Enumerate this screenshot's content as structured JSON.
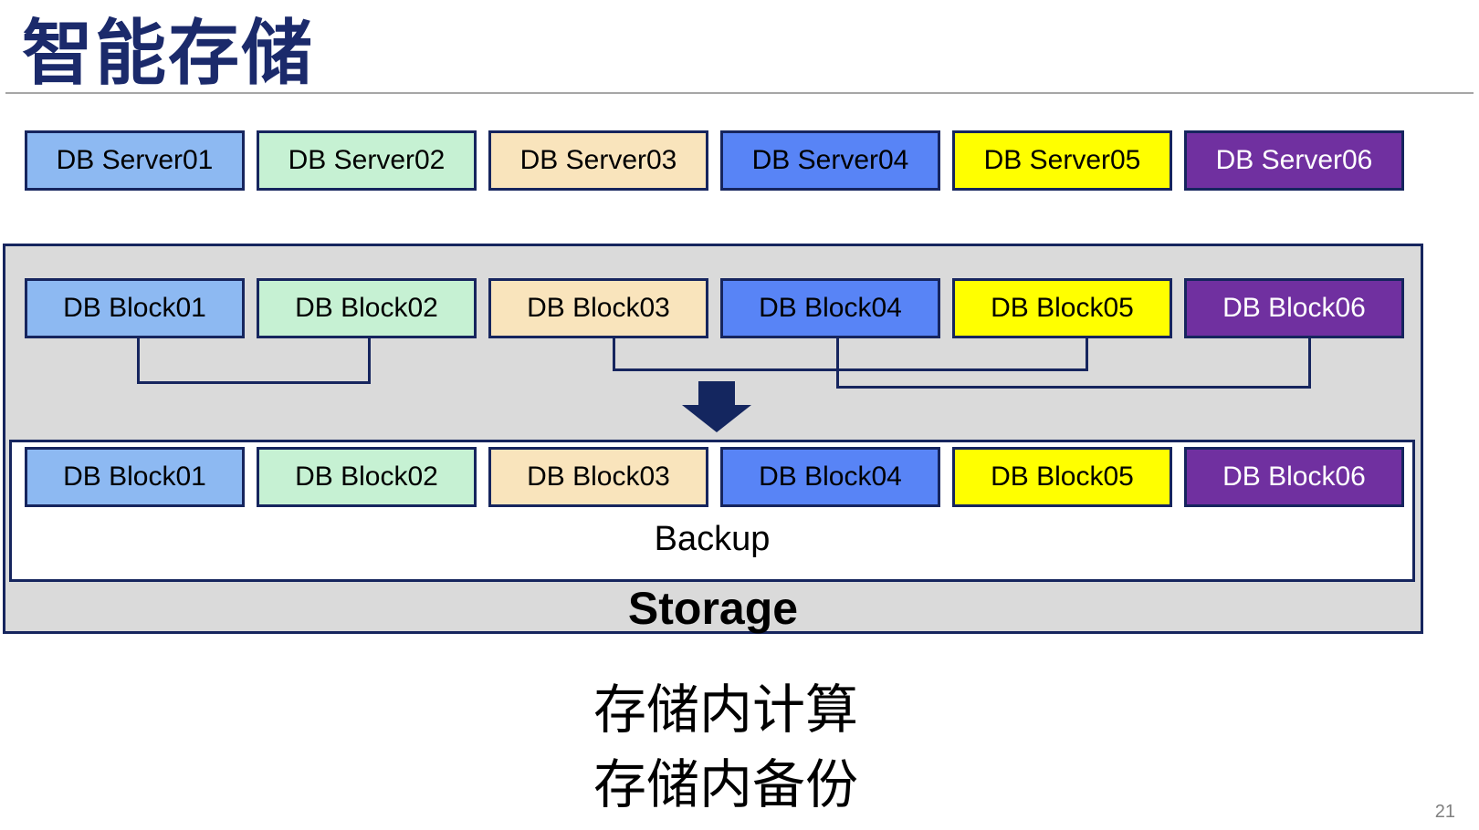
{
  "title": "智能存储",
  "page_number": "21",
  "caption": {
    "line1": "存储内计算",
    "line2": "存储内备份"
  },
  "server_row": [
    {
      "label": "DB Server01",
      "bg": "#8DB9F2",
      "fg": "#000000"
    },
    {
      "label": "DB Server02",
      "bg": "#C6F1D3",
      "fg": "#000000"
    },
    {
      "label": "DB Server03",
      "bg": "#F9E4BC",
      "fg": "#000000"
    },
    {
      "label": "DB Server04",
      "bg": "#5884F6",
      "fg": "#000000"
    },
    {
      "label": "DB Server05",
      "bg": "#FFFF00",
      "fg": "#000000"
    },
    {
      "label": "DB Server06",
      "bg": "#7030A0",
      "fg": "#FFFFFF"
    }
  ],
  "storage_box": {
    "blocks_top": [
      {
        "label": "DB Block01",
        "bg": "#8DB9F2",
        "fg": "#000000"
      },
      {
        "label": "DB Block02",
        "bg": "#C6F1D3",
        "fg": "#000000"
      },
      {
        "label": "DB Block03",
        "bg": "#F9E4BC",
        "fg": "#000000"
      },
      {
        "label": "DB Block04",
        "bg": "#5884F6",
        "fg": "#000000"
      },
      {
        "label": "DB Block05",
        "bg": "#FFFF00",
        "fg": "#000000"
      },
      {
        "label": "DB Block06",
        "bg": "#7030A0",
        "fg": "#FFFFFF"
      }
    ],
    "blocks_bottom": [
      {
        "label": "DB Block01",
        "bg": "#8DB9F2",
        "fg": "#000000"
      },
      {
        "label": "DB Block02",
        "bg": "#C6F1D3",
        "fg": "#000000"
      },
      {
        "label": "DB Block03",
        "bg": "#F9E4BC",
        "fg": "#000000"
      },
      {
        "label": "DB Block04",
        "bg": "#5884F6",
        "fg": "#000000"
      },
      {
        "label": "DB Block05",
        "bg": "#FFFF00",
        "fg": "#000000"
      },
      {
        "label": "DB Block06",
        "bg": "#7030A0",
        "fg": "#FFFFFF"
      }
    ],
    "backup_label": "Backup",
    "storage_label": "Storage"
  },
  "icons": {
    "flow_down_arrow": "down-arrow"
  },
  "colors": {
    "navy": "#16255E",
    "title-navy": "#1B2A6B",
    "container-gray": "#DADADA",
    "divider-gray": "#A6A6A6",
    "page-gray": "#7F7F7F",
    "arrow-navy": "#14265F"
  }
}
